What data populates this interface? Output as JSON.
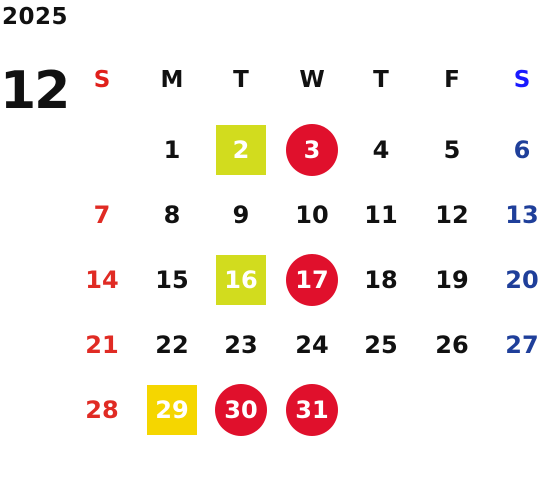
{
  "calendar": {
    "year": "2025",
    "month": "12",
    "weekdays": [
      {
        "label": "S",
        "color": "#e0201b"
      },
      {
        "label": "M",
        "color": "#111111"
      },
      {
        "label": "T",
        "color": "#111111"
      },
      {
        "label": "W",
        "color": "#111111"
      },
      {
        "label": "T",
        "color": "#111111"
      },
      {
        "label": "F",
        "color": "#111111"
      },
      {
        "label": "S",
        "color": "#1a1aff"
      }
    ],
    "first_weekday_index": 1,
    "days_in_month": 31,
    "colors": {
      "text_default": "#111111",
      "sunday": "#e02b24",
      "saturday": "#1f3f9a",
      "highlight_text": "#ffffff",
      "square_green": "#d2dc1e",
      "square_yellow": "#f5d600",
      "circle_red": "#e0102c"
    },
    "marked_days": [
      {
        "day": 2,
        "shape": "square",
        "fill": "#d2dc1e"
      },
      {
        "day": 3,
        "shape": "circle",
        "fill": "#e0102c"
      },
      {
        "day": 16,
        "shape": "square",
        "fill": "#d2dc1e"
      },
      {
        "day": 17,
        "shape": "circle",
        "fill": "#e0102c"
      },
      {
        "day": 29,
        "shape": "square",
        "fill": "#f5d600"
      },
      {
        "day": 30,
        "shape": "circle",
        "fill": "#e0102c"
      },
      {
        "day": 31,
        "shape": "circle",
        "fill": "#e0102c"
      }
    ]
  }
}
